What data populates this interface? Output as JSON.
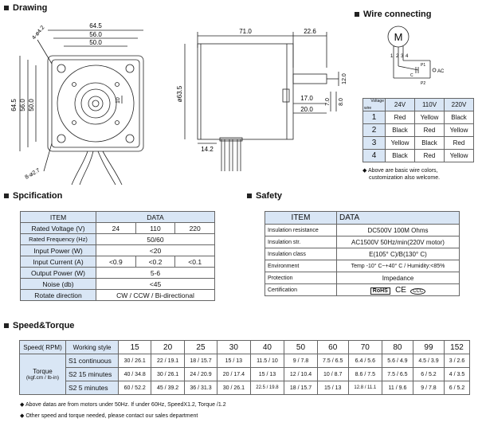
{
  "sections": {
    "drawing": "Drawing",
    "wire": "Wire connecting",
    "spec": "Spcification",
    "safety": "Safety",
    "speed": "Speed&Torque"
  },
  "drawing": {
    "dim_645": "64.5",
    "dim_560": "56.0",
    "dim_500": "50.0",
    "dim_645v": "64.5",
    "dim_560v": "56.0",
    "dim_500v": "50.0",
    "dim_hole": "4-ø4.2",
    "dim_bore": "10",
    "dim_pcd": "8-ø2.7",
    "dim_710": "71.0",
    "dim_226": "22.6",
    "dim_dia": "ø63.5",
    "dim_120": "12.0",
    "dim_170": "17.0",
    "dim_200": "20.0",
    "dim_70": "7.0",
    "dim_80": "8.0",
    "dim_142": "14.2"
  },
  "wire": {
    "motor": "M",
    "w1": "1",
    "w2": "2",
    "w3": "3",
    "w4": "4",
    "p1": "P1",
    "p2": "P2",
    "cap": "C",
    "ac": "AC",
    "corner_top": "Voltage",
    "corner_bottom": "wire",
    "columns": [
      "24V",
      "110V",
      "220V"
    ],
    "rows": [
      {
        "wire": "1",
        "v24": "Red",
        "v110": "Yellow",
        "v220": "Black"
      },
      {
        "wire": "2",
        "v24": "Black",
        "v110": "Red",
        "v220": "Yellow"
      },
      {
        "wire": "3",
        "v24": "Yellow",
        "v110": "Black",
        "v220": "Red"
      },
      {
        "wire": "4",
        "v24": "Black",
        "v110": "Red",
        "v220": "Yellow"
      }
    ],
    "note1": "Above are basic wire colors,",
    "note2": "customization also welcome."
  },
  "spec": {
    "h_item": "ITEM",
    "h_data": "DATA",
    "rated_voltage": "Rated Voltage (V)",
    "rv_a": "24",
    "rv_b": "110",
    "rv_c": "220",
    "rated_freq": "Rated Frequency (Hz)",
    "rf": "50/60",
    "input_power": "Input Power (W)",
    "ip": "<20",
    "input_current": "Input Current (A)",
    "ic_a": "<0.9",
    "ic_b": "<0.2",
    "ic_c": "<0.1",
    "output_power": "Output Power (W)",
    "op": "5-6",
    "noise": "Noise (db)",
    "ns": "<45",
    "rotate": "Rotate direction",
    "rd": "CW / CCW / Bi-directional"
  },
  "safety": {
    "h_item": "ITEM",
    "h_data": "DATA",
    "rows": [
      {
        "item": "Insulation resistance",
        "data": "DC500V 100M Ohms"
      },
      {
        "item": "Insulation str.",
        "data": "AC1500V 50Hz/min(220V motor)"
      },
      {
        "item": "Insulation class",
        "data": "E(105° C)/B(130° C)"
      },
      {
        "item": "Environment",
        "data": "Temp -10° C~+40° C / Humidity:<85%"
      },
      {
        "item": "Protection",
        "data": "Impedance"
      },
      {
        "item": "Certification",
        "data": ""
      }
    ],
    "cert_rohs": "RoHS",
    "cert_ce": "CE",
    "cert_ccc": "CCC"
  },
  "speed": {
    "h_speed": "Speed( RPM)",
    "h_style": "Working style",
    "speeds": [
      "15",
      "20",
      "25",
      "30",
      "40",
      "50",
      "60",
      "70",
      "80",
      "99",
      "152"
    ],
    "torque_label1": "Torque",
    "torque_label2": "(kgf.cm / lb-in)",
    "rows": [
      {
        "style": "S1 continuous",
        "vals": [
          "30 / 26.1",
          "22 / 19.1",
          "18 / 15.7",
          "15 / 13",
          "11.5 / 10",
          "9 / 7.8",
          "7.5 / 6.5",
          "6.4 / 5.6",
          "5.6 / 4.9",
          "4.5 / 3.9",
          "3 / 2.6"
        ]
      },
      {
        "style": "S2 15 minutes",
        "vals": [
          "40 / 34.8",
          "30 / 26.1",
          "24 / 20.9",
          "20 / 17.4",
          "15 / 13",
          "12 / 10.4",
          "10 / 8.7",
          "8.6 / 7.5",
          "7.5 / 6.5",
          "6 / 5.2",
          "4 / 3.5"
        ]
      },
      {
        "style": "S2 5 minutes",
        "vals": [
          "60 / 52.2",
          "45 / 39.2",
          "36 / 31.3",
          "30 / 26.1",
          "22.5 / 19.8",
          "18 / 15.7",
          "15 / 13",
          "12.8 / 11.1",
          "11 / 9.6",
          "9 / 7.8",
          "6 / 5.2"
        ]
      }
    ],
    "note1": "Above datas are from motors under 50Hz. If under 60Hz, SpeedX1.2, Torque /1.2",
    "note2": "Other speed and torque needed, please contact our sales department"
  }
}
